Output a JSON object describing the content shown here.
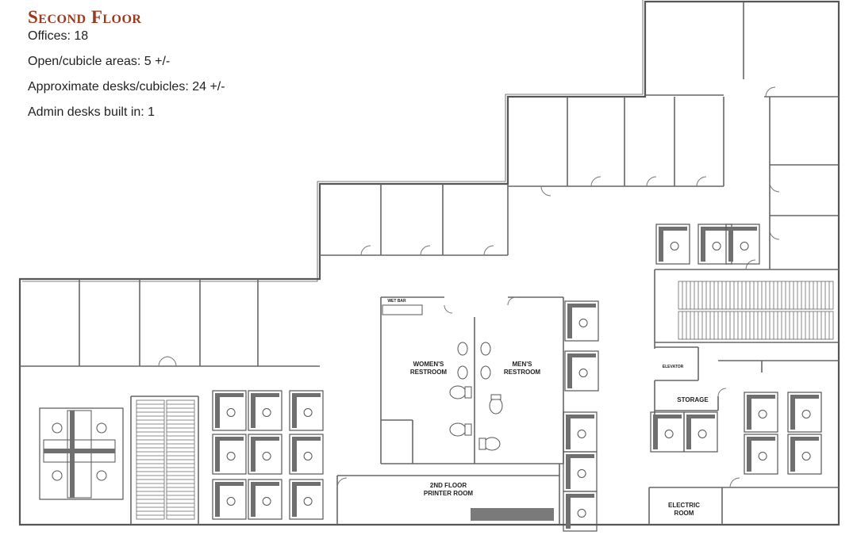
{
  "header": {
    "title": "Second Floor",
    "stats": [
      "Offices: 18",
      "Open/cubicle areas: 5 +/-",
      "Approximate desks/cubicles: 24 +/-",
      "Admin desks built in: 1"
    ]
  },
  "rooms": {
    "womens_restroom": [
      "WOMEN'S",
      "RESTROOM"
    ],
    "mens_restroom": [
      "MEN'S",
      "RESTROOM"
    ],
    "printer_room": [
      "2ND FLOOR",
      "PRINTER ROOM"
    ],
    "storage": "STORAGE",
    "electric_room": [
      "ELECTRIC",
      "ROOM"
    ],
    "elevator": "ELEVATOR",
    "wet_bar": "WET BAR"
  },
  "colors": {
    "title": "#9b3a1e",
    "wall": "#555555",
    "furniture": "#6f6f6f",
    "printer": "#7a7a7a"
  }
}
